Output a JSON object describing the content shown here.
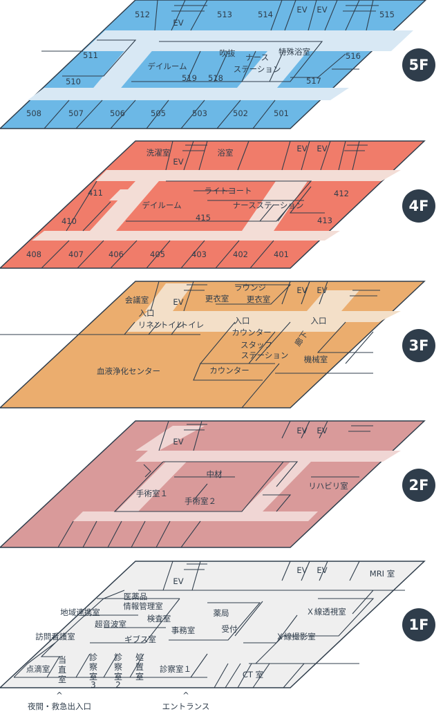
{
  "colors": {
    "line": "#2f3d4b",
    "badge": "#2f3d4b",
    "floor5_fill": "#6cb8e6",
    "floor5_corridor": "#d8e8f4",
    "floor4_fill": "#f07c6a",
    "floor4_corridor": "#f3ddd6",
    "floor3_fill": "#ebad6e",
    "floor3_corridor": "#f3dfc8",
    "floor2_fill": "#d99a9a",
    "floor2_corridor": "#f0d6d4",
    "floor1_fill": "#efefef",
    "floor1_corridor": "#ffffff"
  },
  "floors": {
    "f5": {
      "badge": "5F",
      "labels": [
        "512",
        "EV",
        "513",
        "514",
        "EV",
        "EV",
        "515",
        "511",
        "デイルーム",
        "吹抜",
        "ナース",
        "ステーション",
        "特殊浴室",
        "516",
        "510",
        "519",
        "518",
        "517",
        "508",
        "507",
        "506",
        "505",
        "503",
        "502",
        "501"
      ]
    },
    "f4": {
      "badge": "4F",
      "labels": [
        "洗濯室",
        "EV",
        "浴室",
        "EV",
        "EV",
        "411",
        "デイルーム",
        "ライトコート",
        "ナースステーション",
        "412",
        "410",
        "415",
        "413",
        "408",
        "407",
        "406",
        "405",
        "403",
        "402",
        "401"
      ]
    },
    "f3": {
      "badge": "3F",
      "labels": [
        "会議室",
        "EV",
        "更衣室",
        "ラウンジ",
        "更衣室",
        "EV",
        "EV",
        "入口",
        "リネン",
        "トイレ",
        "トイレ",
        "入口",
        "入口",
        "カウンター",
        "廊下",
        "スタッフ",
        "ステーション",
        "機械室",
        "血液浄化センター",
        "カウンター"
      ]
    },
    "f2": {
      "badge": "2F",
      "labels": [
        "EV",
        "EV",
        "EV",
        "中材",
        "手術室１",
        "手術室２",
        "リハビリ室"
      ]
    },
    "f1": {
      "badge": "1F",
      "labels": [
        "EV",
        "EV",
        "EV",
        "MRI 室",
        "医薬品",
        "情報管理室",
        "地域連携室",
        "検査室",
        "薬局",
        "超音波室",
        "Ｘ線透視室",
        "事務室",
        "受付",
        "ギブス室",
        "訪問看護室",
        "Ｘ線撮影室",
        "当",
        "直",
        "室",
        "診",
        "察",
        "室",
        "3",
        "診",
        "察",
        "室",
        "2",
        "処",
        "置",
        "室",
        "点滴室",
        "診察室１",
        "CT 室",
        "^",
        "^",
        "夜間・救急出入口",
        "エントランス"
      ]
    }
  }
}
